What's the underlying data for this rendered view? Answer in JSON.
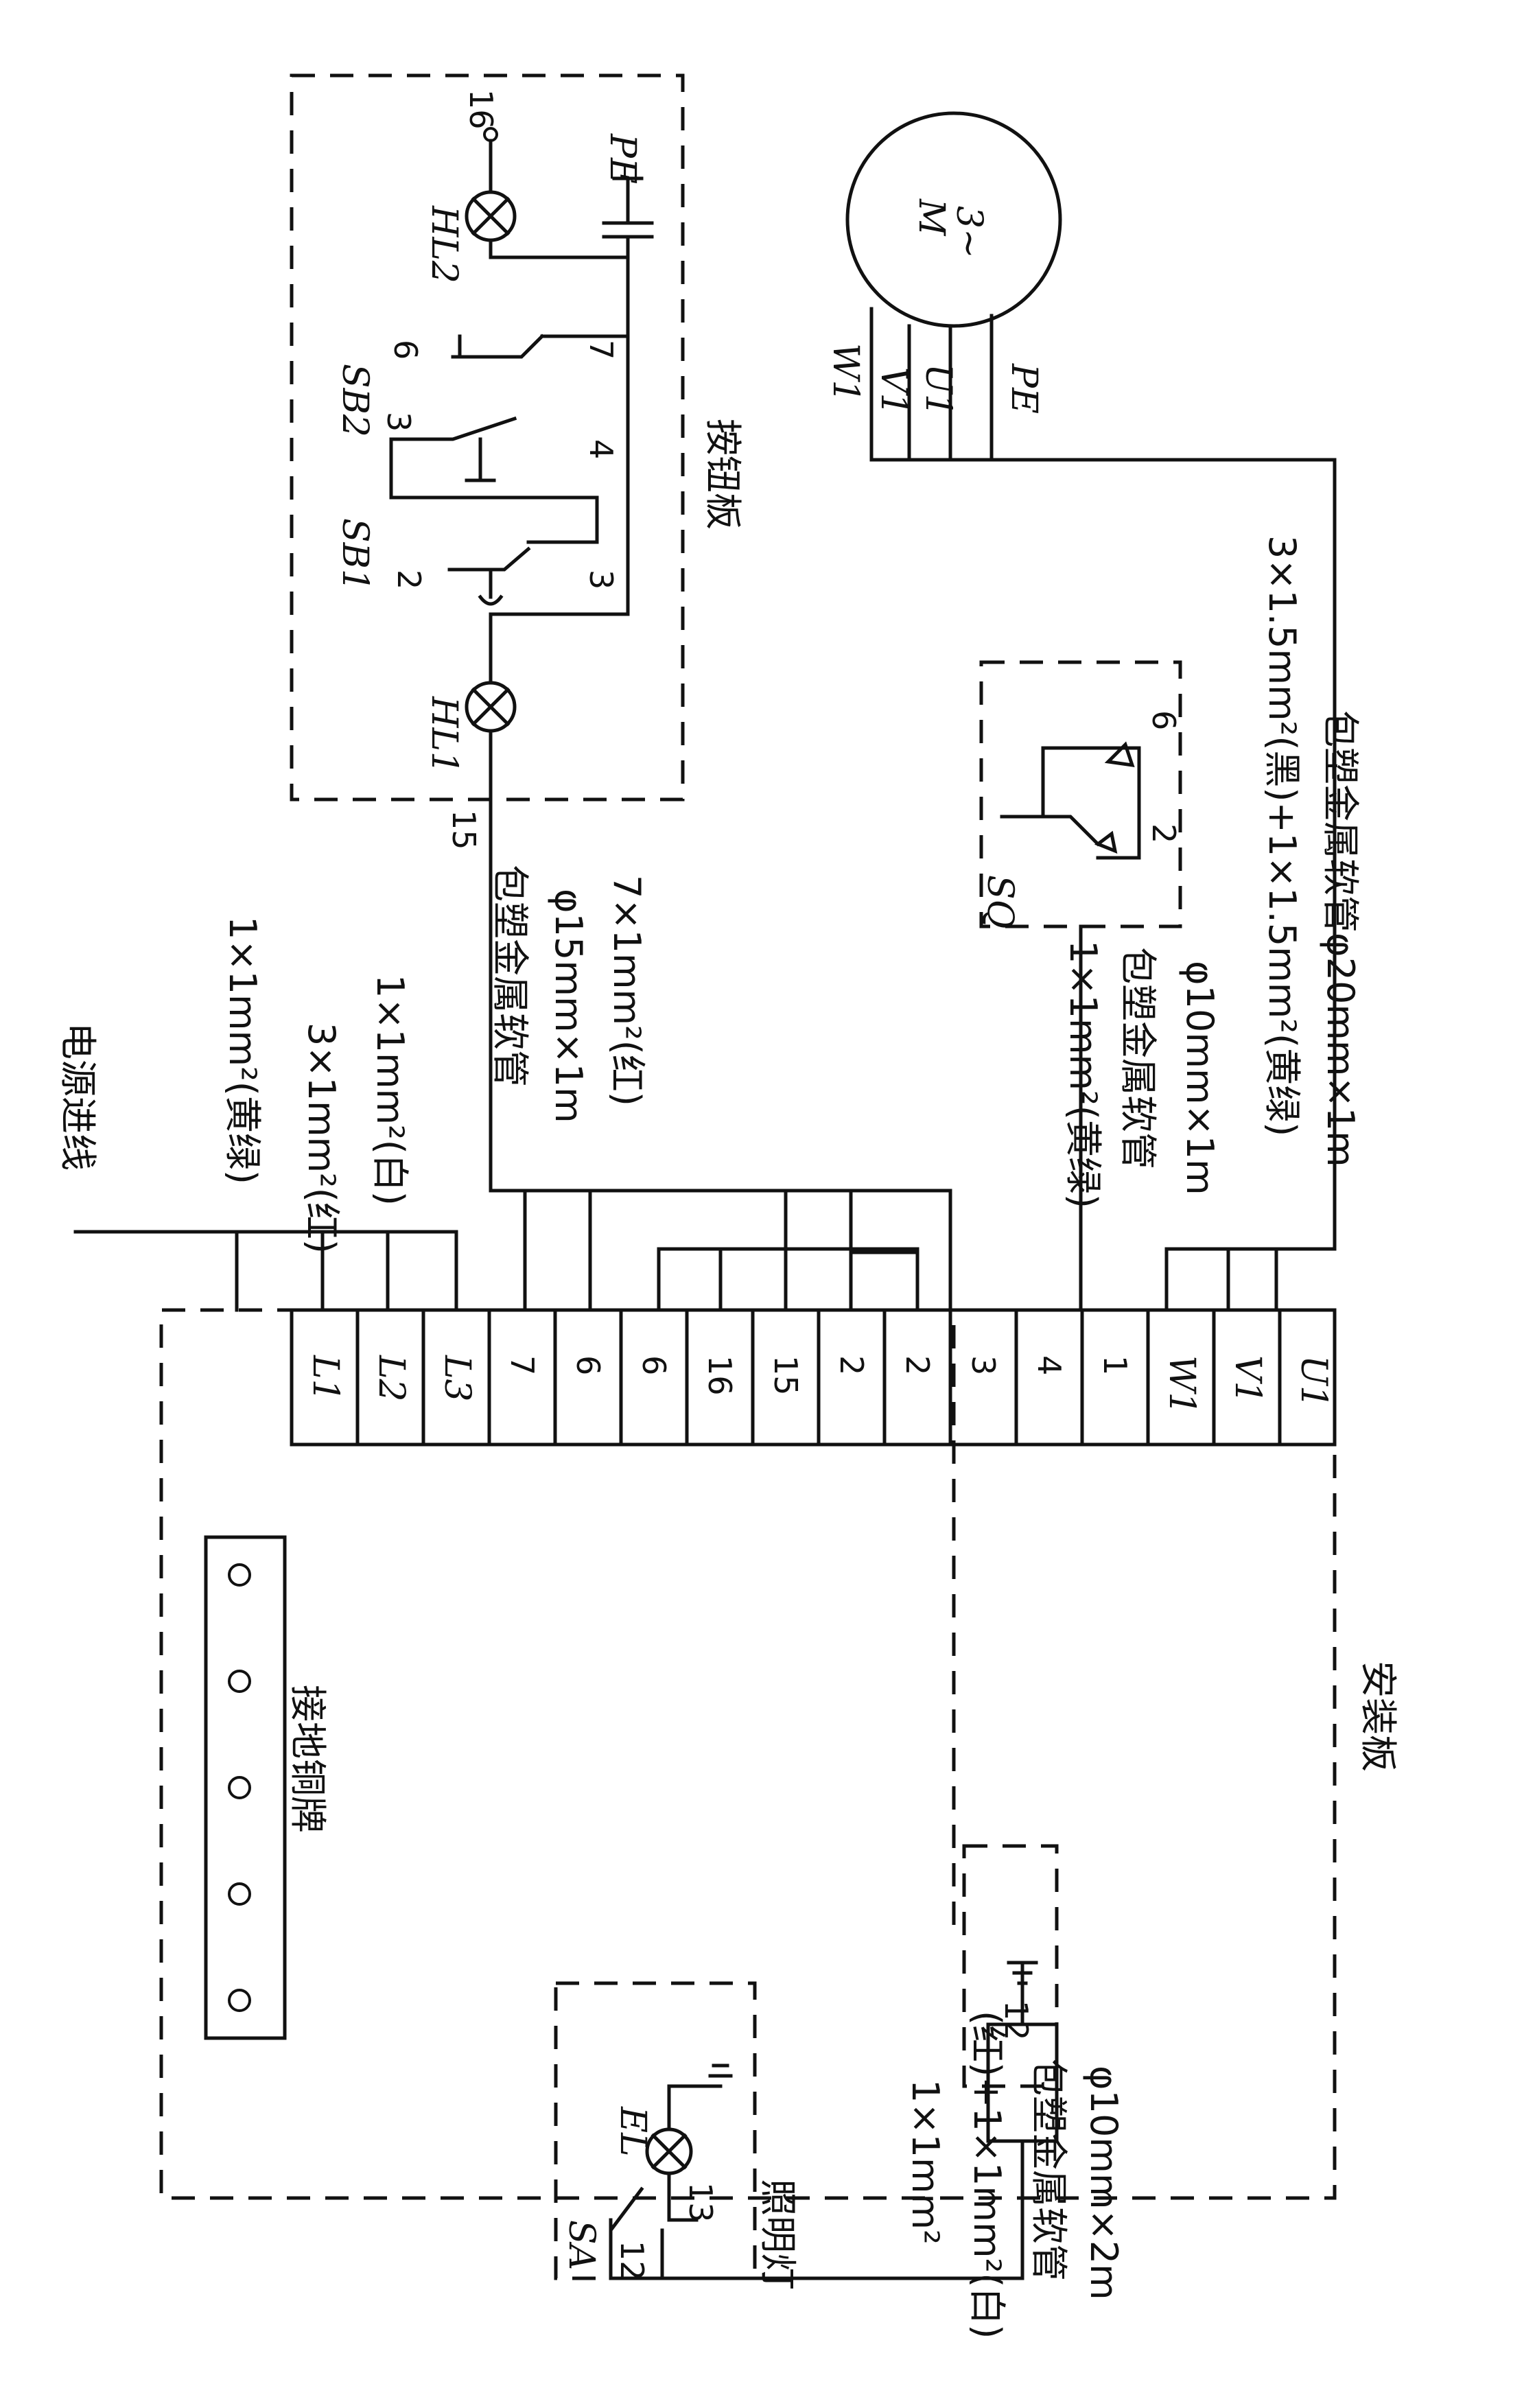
{
  "labels": {
    "power_in": "电源进线",
    "wire_pe": "1×1mm²(黄绿)",
    "wire_red3": "3×1mm²(红)",
    "wire_white": "1×1mm²(白)",
    "conduit_btn_a": "包塑金属软管",
    "conduit_btn_b": "φ15mm×1m",
    "wire_btn": "7×1mm²(红)",
    "wire_sq_pe": "1×1mm²(黄绿)",
    "conduit_sq_a": "包塑金属软管",
    "conduit_sq_b": "φ10mm×1m",
    "wire_motor": "3×1.5mm²(黑)+1×1.5mm²(黄绿)",
    "conduit_motor": "包塑金属软管φ20mm×1m",
    "wire_lamp_a": "1×1mm²",
    "wire_lamp_b": "(红)+1×1mm²(白)",
    "conduit_lamp_a": "包塑金属软管",
    "conduit_lamp_b": "φ10mm×2m",
    "button_panel": "按钮板",
    "mount_panel": "安装板",
    "ground_bar": "接地铜牌",
    "lamp_panel": "照明灯"
  },
  "terminals": [
    "L1",
    "L2",
    "L3",
    "7",
    "6",
    "6",
    "16",
    "15",
    "2",
    "2",
    "3",
    "4",
    "1",
    "W1",
    "V1",
    "U1"
  ],
  "devices": {
    "hl1": "HL1",
    "hl2": "HL2",
    "sb1": "SB1",
    "sb2": "SB2",
    "sq": "SQ",
    "el": "EL",
    "sa": "SA",
    "motor": "M",
    "motor_phase": "3~",
    "pe": "PE",
    "mw1": "W1",
    "mv1": "V1",
    "mu1": "U1",
    "mpe": "PE"
  },
  "nodes": {
    "n2a": "2",
    "n3a": "3",
    "n3b": "3",
    "n4": "4",
    "n6": "6",
    "n7": "7",
    "n15": "15",
    "n16": "16",
    "sq2": "2",
    "sq6": "6",
    "l12": "12",
    "l13": "13",
    "j12": "12"
  }
}
